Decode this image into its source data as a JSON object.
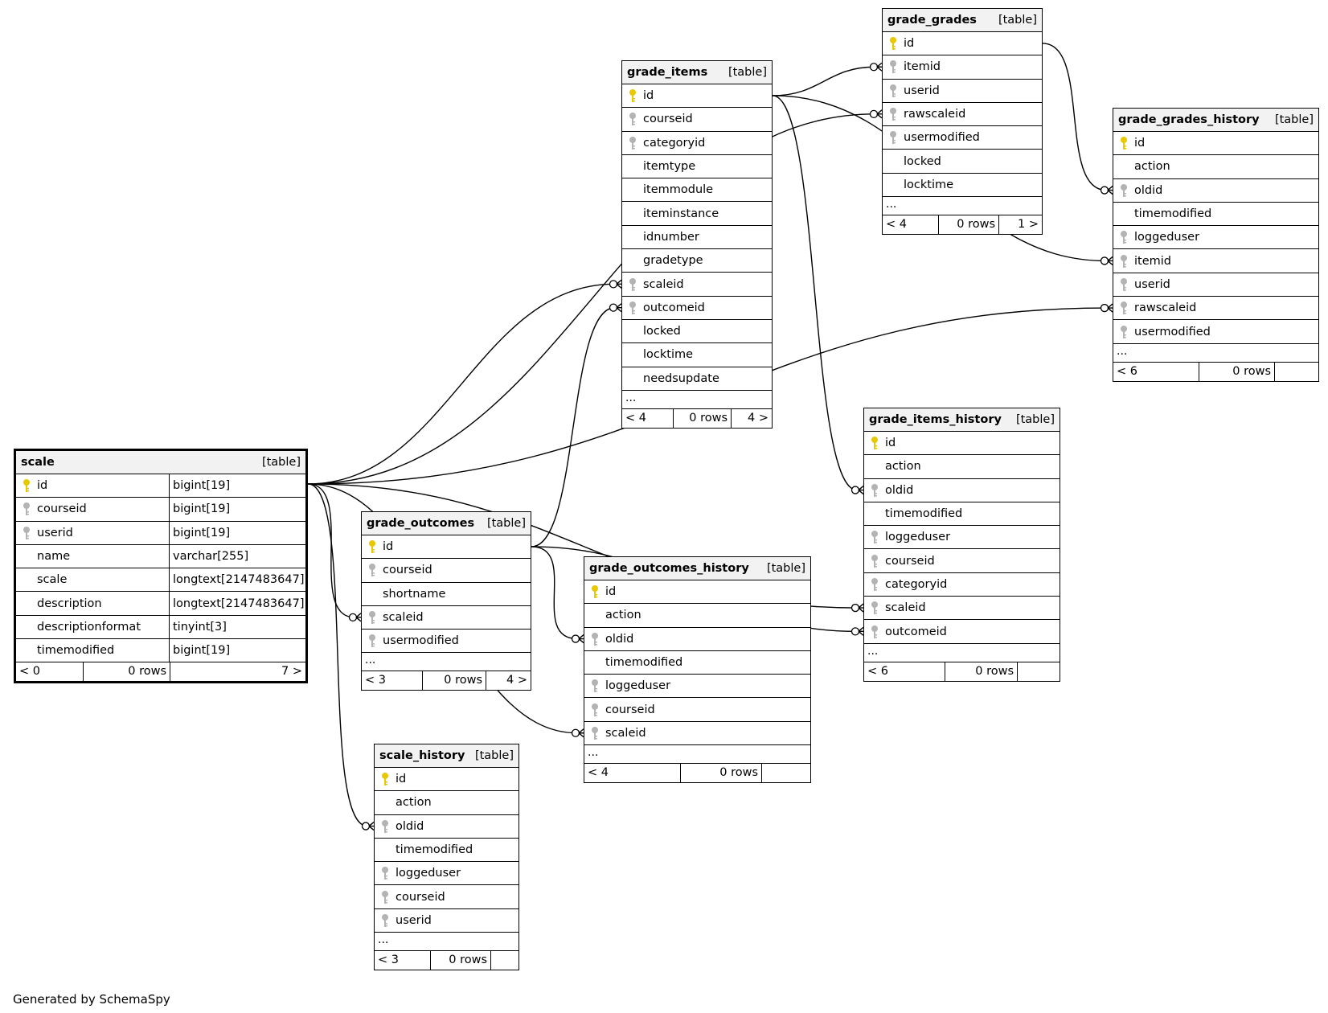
{
  "footer": "Generated by SchemaSpy",
  "colors": {
    "primary_key": "#e8c800",
    "foreign_key": "#b3b3b3",
    "header_bg": "#f2f2f2"
  },
  "tables": {
    "scale": {
      "name": "scale",
      "kind": "[table]",
      "columns": [
        {
          "name": "id",
          "type": "bigint[19]",
          "key": "pk"
        },
        {
          "name": "courseid",
          "type": "bigint[19]",
          "key": "fk"
        },
        {
          "name": "userid",
          "type": "bigint[19]",
          "key": "fk"
        },
        {
          "name": "name",
          "type": "varchar[255]",
          "key": ""
        },
        {
          "name": "scale",
          "type": "longtext[2147483647]",
          "key": ""
        },
        {
          "name": "description",
          "type": "longtext[2147483647]",
          "key": ""
        },
        {
          "name": "descriptionformat",
          "type": "tinyint[3]",
          "key": ""
        },
        {
          "name": "timemodified",
          "type": "bigint[19]",
          "key": ""
        }
      ],
      "more": "",
      "footer": [
        "< 0",
        "0 rows",
        "7 >"
      ]
    },
    "grade_items": {
      "name": "grade_items",
      "kind": "[table]",
      "columns": [
        {
          "name": "id",
          "key": "pk"
        },
        {
          "name": "courseid",
          "key": "fk"
        },
        {
          "name": "categoryid",
          "key": "fk"
        },
        {
          "name": "itemtype",
          "key": ""
        },
        {
          "name": "itemmodule",
          "key": ""
        },
        {
          "name": "iteminstance",
          "key": ""
        },
        {
          "name": "idnumber",
          "key": ""
        },
        {
          "name": "gradetype",
          "key": ""
        },
        {
          "name": "scaleid",
          "key": "fk"
        },
        {
          "name": "outcomeid",
          "key": "fk"
        },
        {
          "name": "locked",
          "key": ""
        },
        {
          "name": "locktime",
          "key": ""
        },
        {
          "name": "needsupdate",
          "key": ""
        }
      ],
      "more": "...",
      "footer": [
        "< 4",
        "0 rows",
        "4 >"
      ]
    },
    "grade_grades": {
      "name": "grade_grades",
      "kind": "[table]",
      "columns": [
        {
          "name": "id",
          "key": "pk"
        },
        {
          "name": "itemid",
          "key": "fk"
        },
        {
          "name": "userid",
          "key": "fk"
        },
        {
          "name": "rawscaleid",
          "key": "fk"
        },
        {
          "name": "usermodified",
          "key": "fk"
        },
        {
          "name": "locked",
          "key": ""
        },
        {
          "name": "locktime",
          "key": ""
        }
      ],
      "more": "...",
      "footer": [
        "< 4",
        "0 rows",
        "1 >"
      ]
    },
    "grade_grades_history": {
      "name": "grade_grades_history",
      "kind": "[table]",
      "columns": [
        {
          "name": "id",
          "key": "pk"
        },
        {
          "name": "action",
          "key": ""
        },
        {
          "name": "oldid",
          "key": "fk"
        },
        {
          "name": "timemodified",
          "key": ""
        },
        {
          "name": "loggeduser",
          "key": "fk"
        },
        {
          "name": "itemid",
          "key": "fk"
        },
        {
          "name": "userid",
          "key": "fk"
        },
        {
          "name": "rawscaleid",
          "key": "fk"
        },
        {
          "name": "usermodified",
          "key": "fk"
        }
      ],
      "more": "...",
      "footer": [
        "< 6",
        "0 rows",
        ""
      ]
    },
    "grade_items_history": {
      "name": "grade_items_history",
      "kind": "[table]",
      "columns": [
        {
          "name": "id",
          "key": "pk"
        },
        {
          "name": "action",
          "key": ""
        },
        {
          "name": "oldid",
          "key": "fk"
        },
        {
          "name": "timemodified",
          "key": ""
        },
        {
          "name": "loggeduser",
          "key": "fk"
        },
        {
          "name": "courseid",
          "key": "fk"
        },
        {
          "name": "categoryid",
          "key": "fk"
        },
        {
          "name": "scaleid",
          "key": "fk"
        },
        {
          "name": "outcomeid",
          "key": "fk"
        }
      ],
      "more": "...",
      "footer": [
        "< 6",
        "0 rows",
        ""
      ]
    },
    "grade_outcomes": {
      "name": "grade_outcomes",
      "kind": "[table]",
      "columns": [
        {
          "name": "id",
          "key": "pk"
        },
        {
          "name": "courseid",
          "key": "fk"
        },
        {
          "name": "shortname",
          "key": ""
        },
        {
          "name": "scaleid",
          "key": "fk"
        },
        {
          "name": "usermodified",
          "key": "fk"
        }
      ],
      "more": "...",
      "footer": [
        "< 3",
        "0 rows",
        "4 >"
      ]
    },
    "grade_outcomes_history": {
      "name": "grade_outcomes_history",
      "kind": "[table]",
      "columns": [
        {
          "name": "id",
          "key": "pk"
        },
        {
          "name": "action",
          "key": ""
        },
        {
          "name": "oldid",
          "key": "fk"
        },
        {
          "name": "timemodified",
          "key": ""
        },
        {
          "name": "loggeduser",
          "key": "fk"
        },
        {
          "name": "courseid",
          "key": "fk"
        },
        {
          "name": "scaleid",
          "key": "fk"
        }
      ],
      "more": "...",
      "footer": [
        "< 4",
        "0 rows",
        ""
      ]
    },
    "scale_history": {
      "name": "scale_history",
      "kind": "[table]",
      "columns": [
        {
          "name": "id",
          "key": "pk"
        },
        {
          "name": "action",
          "key": ""
        },
        {
          "name": "oldid",
          "key": "fk"
        },
        {
          "name": "timemodified",
          "key": ""
        },
        {
          "name": "loggeduser",
          "key": "fk"
        },
        {
          "name": "courseid",
          "key": "fk"
        },
        {
          "name": "userid",
          "key": "fk"
        }
      ],
      "more": "...",
      "footer": [
        "< 3",
        "0 rows",
        ""
      ]
    }
  },
  "relationships": [
    {
      "from": "scale.id",
      "to": "grade_grades.rawscaleid"
    },
    {
      "from": "scale.id",
      "to": "grade_items.scaleid"
    },
    {
      "from": "scale.id",
      "to": "grade_grades_history.rawscaleid"
    },
    {
      "from": "scale.id",
      "to": "grade_items_history.scaleid"
    },
    {
      "from": "scale.id",
      "to": "grade_outcomes.scaleid"
    },
    {
      "from": "scale.id",
      "to": "grade_outcomes_history.scaleid"
    },
    {
      "from": "scale.id",
      "to": "scale_history.oldid"
    },
    {
      "from": "grade_items.id",
      "to": "grade_grades.itemid"
    },
    {
      "from": "grade_items.id",
      "to": "grade_grades_history.itemid"
    },
    {
      "from": "grade_items.id",
      "to": "grade_items_history.oldid"
    },
    {
      "from": "grade_grades.id",
      "to": "grade_grades_history.oldid"
    },
    {
      "from": "grade_outcomes.id",
      "to": "grade_items.outcomeid"
    },
    {
      "from": "grade_outcomes.id",
      "to": "grade_outcomes_history.oldid"
    },
    {
      "from": "grade_outcomes.id",
      "to": "grade_items_history.outcomeid"
    }
  ]
}
